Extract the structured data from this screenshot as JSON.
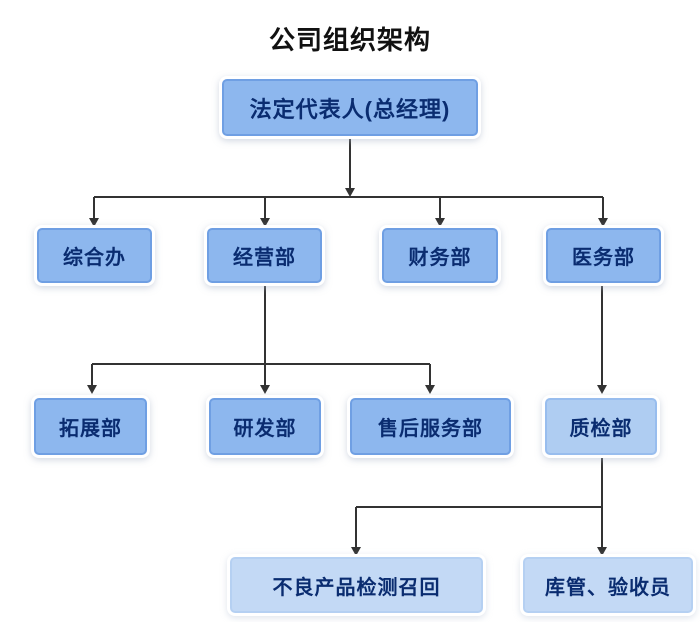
{
  "title": "公司组织架构",
  "nodes": {
    "root": "法定代表人(总经理)",
    "general_office": "综合办",
    "operations": "经营部",
    "finance": "财务部",
    "medical": "医务部",
    "expansion": "拓展部",
    "rnd": "研发部",
    "after_sales": "售后服务部",
    "quality": "质检部",
    "recall": "不良产品检测召回",
    "warehouse": "库管、验收员"
  },
  "colors": {
    "title_text": "#111111",
    "node_text": "#0a2c70",
    "node_fill": "#8db7ee",
    "node_border": "#6f9fe3",
    "node_fill_qc": "#afcdf2",
    "node_border_qc": "#98bdee",
    "node_fill_light": "#c3d9f5",
    "node_border_light": "#b5d0f2",
    "line": "#333333"
  }
}
